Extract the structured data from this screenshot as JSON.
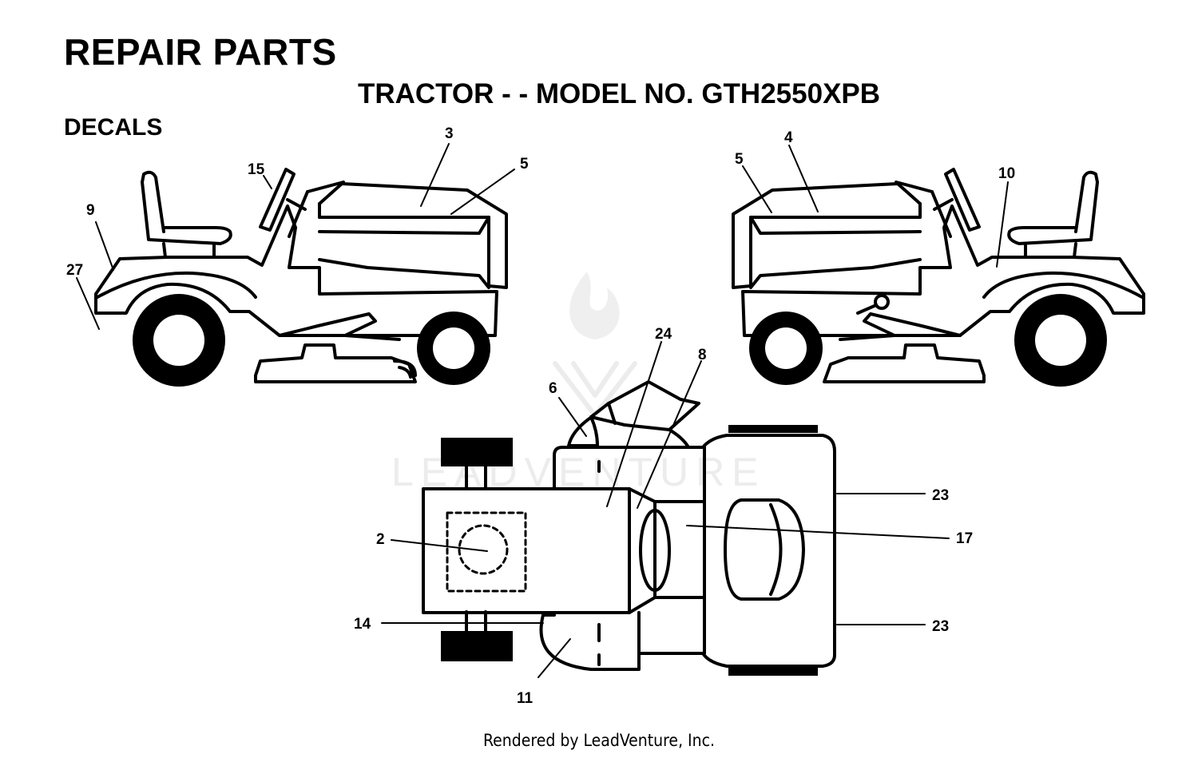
{
  "page": {
    "title": "REPAIR PARTS",
    "subtitle": "TRACTOR - - MODEL NO. GTH2550XPB",
    "section": "DECALS",
    "footer": "Rendered by LeadVenture, Inc.",
    "watermark": "LEADVENTURE"
  },
  "callouts": {
    "c3": "3",
    "c5a": "5",
    "c15": "15",
    "c9": "9",
    "c27": "27",
    "c4": "4",
    "c5b": "5",
    "c10": "10",
    "c24": "24",
    "c8": "8",
    "c6": "6",
    "c23a": "23",
    "c17": "17",
    "c2": "2",
    "c14": "14",
    "c23b": "23",
    "c11": "11"
  },
  "colors": {
    "ink": "#000000",
    "watermark": "#e8e8e8",
    "background": "#ffffff"
  }
}
